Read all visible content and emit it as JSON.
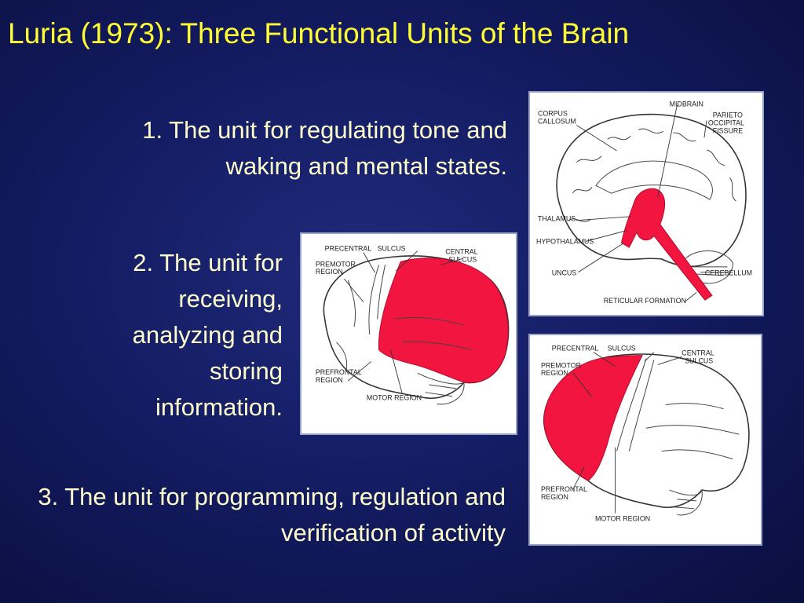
{
  "slide": {
    "title": "Luria (1973): Three Functional Units of the Brain"
  },
  "units": [
    {
      "text": "1. The unit for regulating tone and waking and mental states."
    },
    {
      "text": "2. The unit for receiving, analyzing and storing information."
    },
    {
      "text": "3. The unit for programming, regulation and verification of activity"
    }
  ],
  "diagrams": {
    "medial": {
      "labels": {
        "corpus_callosum_1": "CORPUS",
        "corpus_callosum_2": "CALLOSUM",
        "midbrain": "MIDBRAIN",
        "parieto_1": "PARIETO",
        "parieto_2": "OCCIPITAL",
        "parieto_3": "FISSURE",
        "thalamus": "THALAMUS",
        "hypothalamus": "HYPOTHALAMUS",
        "uncus": "UNCUS",
        "cerebellum": "CEREBELLUM",
        "reticular": "RETICULAR FORMATION"
      }
    },
    "posterior": {
      "labels": {
        "precentral": "PRECENTRAL",
        "sulcus": "SULCUS",
        "central_1": "CENTRAL",
        "central_2": "SULCUS",
        "premotor_1": "PREMOTOR",
        "premotor_2": "REGION",
        "prefrontal_1": "PREFRONTAL",
        "prefrontal_2": "REGION",
        "motor": "MOTOR REGION"
      }
    },
    "frontal": {
      "labels": {
        "precentral": "PRECENTRAL",
        "sulcus": "SULCUS",
        "central_1": "CENTRAL",
        "central_2": "SULCUS",
        "premotor_1": "PREMOTOR",
        "premotor_2": "REGION",
        "prefrontal_1": "PREFRONTAL",
        "prefrontal_2": "REGION",
        "motor": "MOTOR REGION"
      }
    }
  },
  "colors": {
    "background": "#141c63",
    "title": "#ffff33",
    "body_text": "#ffffcc",
    "highlight": "#f2153f"
  }
}
